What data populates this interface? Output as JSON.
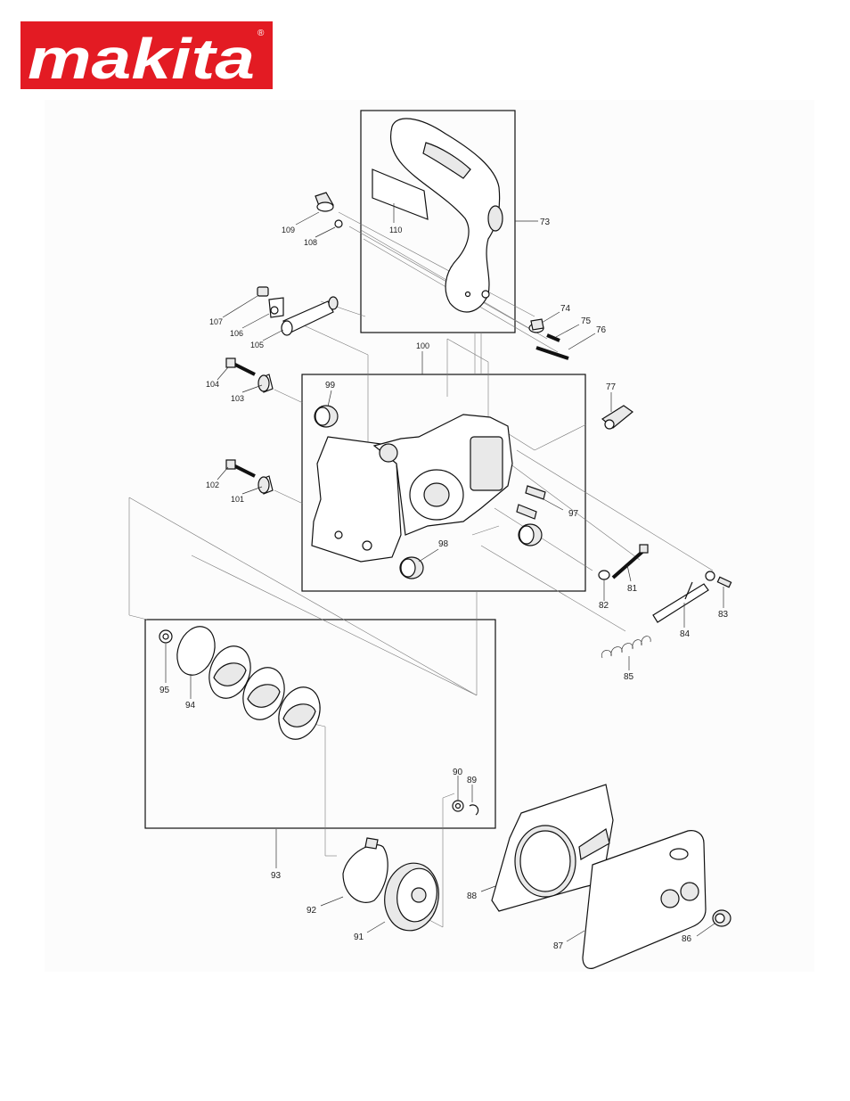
{
  "brand": {
    "logo_text": "makita",
    "registered_mark": "®",
    "color": "#e31b23"
  },
  "icons": [
    "makita-logo"
  ],
  "labels": {
    "p73": "73",
    "p74": "74",
    "p75": "75",
    "p76": "76",
    "p77": "77",
    "p81": "81",
    "p82": "82",
    "p83": "83",
    "p84": "84",
    "p85": "85",
    "p86": "86",
    "p87": "87",
    "p88": "88",
    "p89": "89",
    "p90": "90",
    "p91": "91",
    "p92": "92",
    "p93": "93",
    "p94": "94",
    "p95": "95",
    "p97": "97",
    "p98": "98",
    "p99": "99",
    "p100": "100",
    "p101": "101",
    "p102": "102",
    "p103": "103",
    "p104": "104",
    "p105": "105",
    "p106": "106",
    "p107": "107",
    "p108": "108",
    "p109": "109",
    "p110": "110"
  }
}
